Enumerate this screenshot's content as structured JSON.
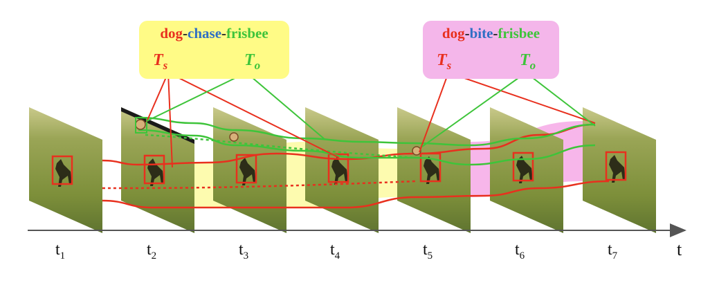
{
  "colors": {
    "subject": "#e8301e",
    "predicate": "#2f6fc4",
    "object": "#3ec43a",
    "chase_panel": "#fffb86",
    "bite_panel": "#f4b6ea",
    "chase_band": "#fbf76d",
    "bite_band": "#f07ad8",
    "axis": "#555555"
  },
  "relations": [
    {
      "id": "chase",
      "subject": "dog",
      "predicate": "chase",
      "object": "frisbee",
      "sep": "-",
      "subject_symbol": "T",
      "subject_sub": "s",
      "object_symbol": "T",
      "object_sub": "o"
    },
    {
      "id": "bite",
      "subject": "dog",
      "predicate": "bite",
      "object": "frisbee",
      "sep": "-",
      "subject_symbol": "T",
      "subject_sub": "s",
      "object_symbol": "T",
      "object_sub": "o"
    }
  ],
  "frames": [
    {
      "label": "t",
      "sub": "1"
    },
    {
      "label": "t",
      "sub": "2"
    },
    {
      "label": "t",
      "sub": "3"
    },
    {
      "label": "t",
      "sub": "4"
    },
    {
      "label": "t",
      "sub": "5"
    },
    {
      "label": "t",
      "sub": "6"
    },
    {
      "label": "t",
      "sub": "7"
    }
  ],
  "axis_label": "t"
}
